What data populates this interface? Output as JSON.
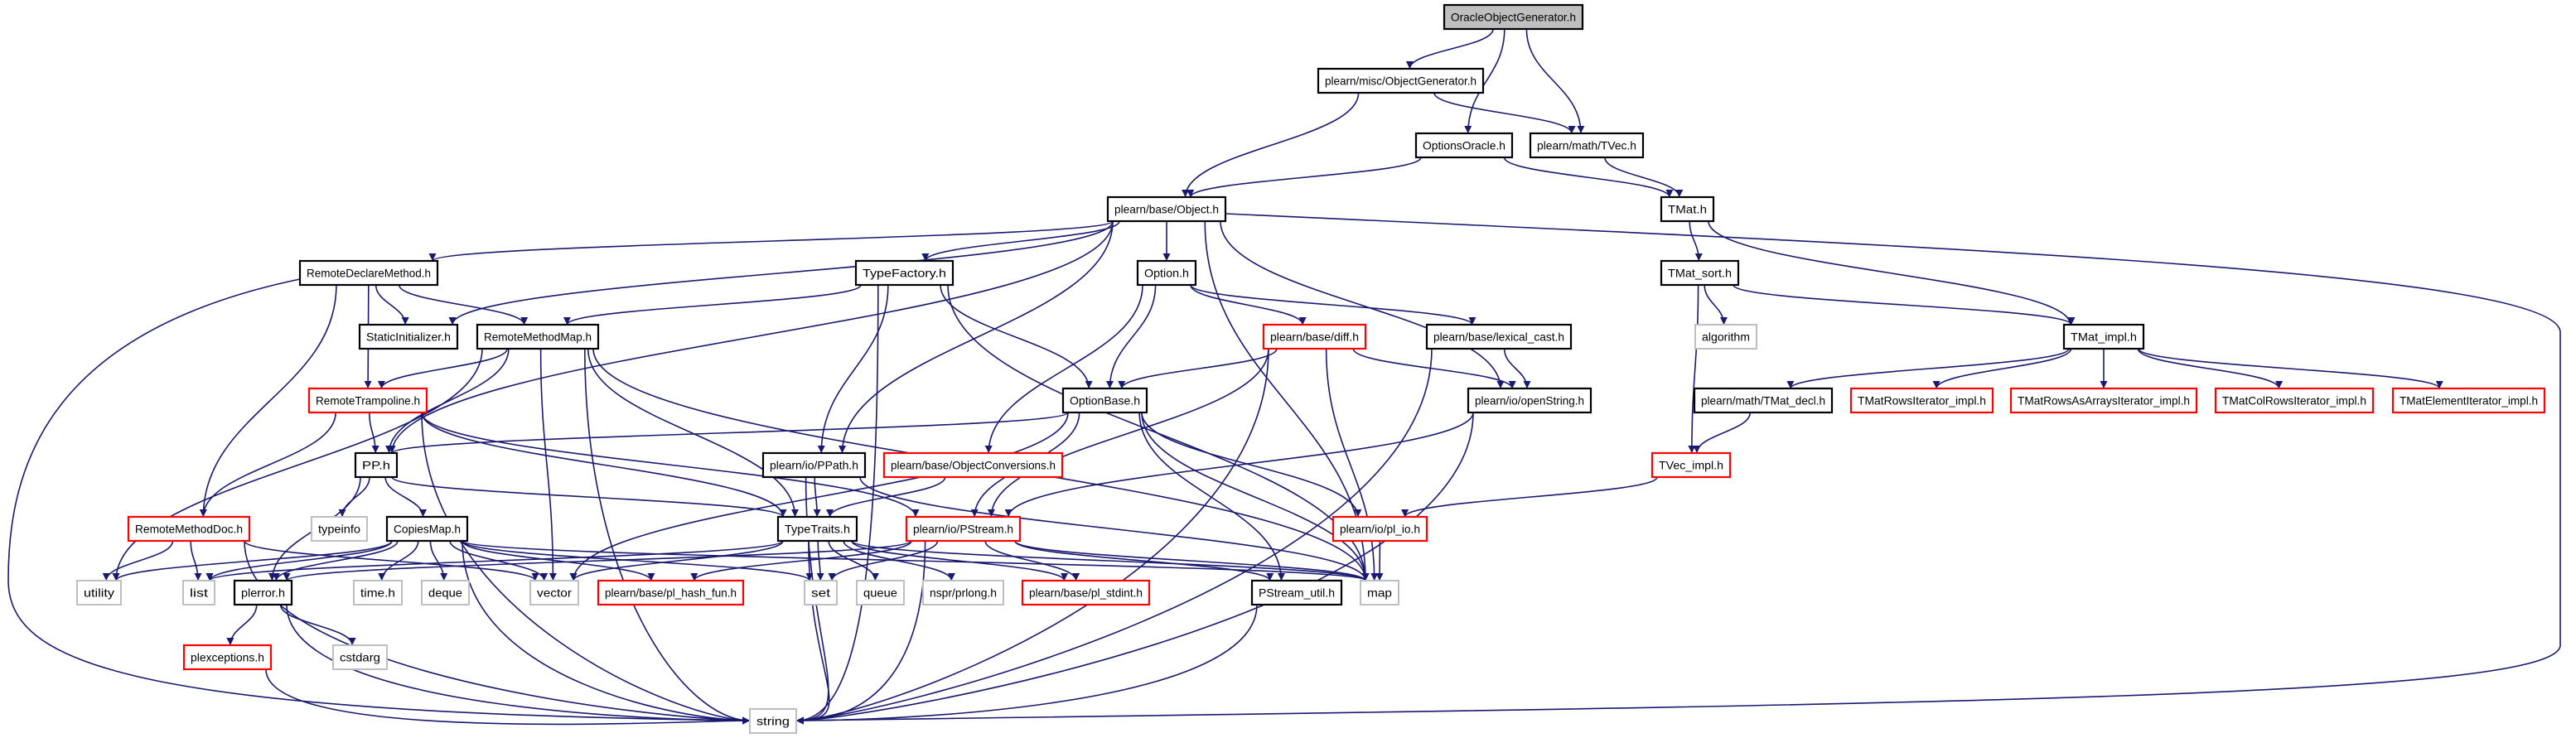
{
  "graph": {
    "colors": {
      "edge": "#191970",
      "file_border": "#000000",
      "truncated_border": "#ff0000",
      "external_border": "#bfbfbf",
      "root_fill": "#bfbfbf",
      "background": "#ffffff"
    },
    "nodes": [
      {
        "id": "oracle",
        "label": "OracleObjectGenerator.h",
        "kind": "root"
      },
      {
        "id": "objgen",
        "label": "plearn/misc/ObjectGenerator.h",
        "kind": "file"
      },
      {
        "id": "optionsoracle",
        "label": "OptionsOracle.h",
        "kind": "file"
      },
      {
        "id": "tvec",
        "label": "plearn/math/TVec.h",
        "kind": "file"
      },
      {
        "id": "object",
        "label": "plearn/base/Object.h",
        "kind": "file"
      },
      {
        "id": "tmat",
        "label": "TMat.h",
        "kind": "file"
      },
      {
        "id": "rdm",
        "label": "RemoteDeclareMethod.h",
        "kind": "file"
      },
      {
        "id": "typefactory",
        "label": "TypeFactory.h",
        "kind": "file"
      },
      {
        "id": "option",
        "label": "Option.h",
        "kind": "file"
      },
      {
        "id": "tmatsort",
        "label": "TMat_sort.h",
        "kind": "file"
      },
      {
        "id": "staticinit",
        "label": "StaticInitializer.h",
        "kind": "file"
      },
      {
        "id": "rmm",
        "label": "RemoteMethodMap.h",
        "kind": "file"
      },
      {
        "id": "diff",
        "label": "plearn/base/diff.h",
        "kind": "truncated"
      },
      {
        "id": "lexcast",
        "label": "plearn/base/lexical_cast.h",
        "kind": "file"
      },
      {
        "id": "algorithm",
        "label": "algorithm",
        "kind": "external"
      },
      {
        "id": "tmatimpl",
        "label": "TMat_impl.h",
        "kind": "file"
      },
      {
        "id": "rtramp",
        "label": "RemoteTrampoline.h",
        "kind": "truncated"
      },
      {
        "id": "optionbase",
        "label": "OptionBase.h",
        "kind": "file"
      },
      {
        "id": "openstring",
        "label": "plearn/io/openString.h",
        "kind": "file"
      },
      {
        "id": "tmatdecl",
        "label": "plearn/math/TMat_decl.h",
        "kind": "file"
      },
      {
        "id": "tmrowsit",
        "label": "TMatRowsIterator_impl.h",
        "kind": "truncated"
      },
      {
        "id": "tmrowsarr",
        "label": "TMatRowsAsArraysIterator_impl.h",
        "kind": "truncated"
      },
      {
        "id": "tmcolrows",
        "label": "TMatColRowsIterator_impl.h",
        "kind": "truncated"
      },
      {
        "id": "tmelem",
        "label": "TMatElementIterator_impl.h",
        "kind": "truncated"
      },
      {
        "id": "pp",
        "label": "PP.h",
        "kind": "file"
      },
      {
        "id": "ppath",
        "label": "plearn/io/PPath.h",
        "kind": "file"
      },
      {
        "id": "objconv",
        "label": "plearn/base/ObjectConversions.h",
        "kind": "truncated"
      },
      {
        "id": "tvecimpl",
        "label": "TVec_impl.h",
        "kind": "truncated"
      },
      {
        "id": "rmdoc",
        "label": "RemoteMethodDoc.h",
        "kind": "truncated"
      },
      {
        "id": "typeinfo",
        "label": "typeinfo",
        "kind": "external"
      },
      {
        "id": "copiesmap",
        "label": "CopiesMap.h",
        "kind": "file"
      },
      {
        "id": "typetraits",
        "label": "TypeTraits.h",
        "kind": "file"
      },
      {
        "id": "pstream",
        "label": "plearn/io/PStream.h",
        "kind": "truncated"
      },
      {
        "id": "plio",
        "label": "plearn/io/pl_io.h",
        "kind": "truncated"
      },
      {
        "id": "utility",
        "label": "utility",
        "kind": "external"
      },
      {
        "id": "list",
        "label": "list",
        "kind": "external"
      },
      {
        "id": "plerror",
        "label": "plerror.h",
        "kind": "file"
      },
      {
        "id": "timeh",
        "label": "time.h",
        "kind": "external"
      },
      {
        "id": "deque",
        "label": "deque",
        "kind": "external"
      },
      {
        "id": "vector",
        "label": "vector",
        "kind": "external"
      },
      {
        "id": "plhash",
        "label": "plearn/base/pl_hash_fun.h",
        "kind": "truncated"
      },
      {
        "id": "set",
        "label": "set",
        "kind": "external"
      },
      {
        "id": "queue",
        "label": "queue",
        "kind": "external"
      },
      {
        "id": "prlong",
        "label": "nspr/prlong.h",
        "kind": "external"
      },
      {
        "id": "plstdint",
        "label": "plearn/base/pl_stdint.h",
        "kind": "truncated"
      },
      {
        "id": "pstreamutil",
        "label": "PStream_util.h",
        "kind": "file"
      },
      {
        "id": "map",
        "label": "map",
        "kind": "external"
      },
      {
        "id": "plexceptions",
        "label": "plexceptions.h",
        "kind": "truncated"
      },
      {
        "id": "cstdarg",
        "label": "cstdarg",
        "kind": "external"
      },
      {
        "id": "string",
        "label": "string",
        "kind": "external"
      }
    ],
    "edges": [
      [
        "oracle",
        "objgen"
      ],
      [
        "oracle",
        "optionsoracle"
      ],
      [
        "oracle",
        "tvec"
      ],
      [
        "objgen",
        "object"
      ],
      [
        "objgen",
        "tvec"
      ],
      [
        "optionsoracle",
        "object"
      ],
      [
        "optionsoracle",
        "tmat"
      ],
      [
        "tvec",
        "tmat"
      ],
      [
        "tmat",
        "tmatsort"
      ],
      [
        "tmat",
        "tmatimpl"
      ],
      [
        "tmatsort",
        "algorithm"
      ],
      [
        "tmatsort",
        "tmatimpl"
      ],
      [
        "tmatsort",
        "tvecimpl"
      ],
      [
        "tmatimpl",
        "tmatdecl"
      ],
      [
        "tmatimpl",
        "tmrowsit"
      ],
      [
        "tmatimpl",
        "tmrowsarr"
      ],
      [
        "tmatimpl",
        "tmcolrows"
      ],
      [
        "tmatimpl",
        "tmelem"
      ],
      [
        "tmatdecl",
        "tvecimpl"
      ],
      [
        "tvecimpl",
        "plio"
      ],
      [
        "object",
        "rdm"
      ],
      [
        "object",
        "staticinit"
      ],
      [
        "object",
        "typefactory"
      ],
      [
        "object",
        "option"
      ],
      [
        "object",
        "pp"
      ],
      [
        "object",
        "ppath"
      ],
      [
        "object",
        "openstring"
      ],
      [
        "object",
        "map"
      ],
      [
        "object",
        "string"
      ],
      [
        "rdm",
        "string"
      ],
      [
        "rdm",
        "staticinit"
      ],
      [
        "rdm",
        "rmm"
      ],
      [
        "rdm",
        "rtramp"
      ],
      [
        "rdm",
        "rmdoc"
      ],
      [
        "typefactory",
        "rmm"
      ],
      [
        "typefactory",
        "ppath"
      ],
      [
        "typefactory",
        "optionbase"
      ],
      [
        "typefactory",
        "map"
      ],
      [
        "typefactory",
        "string"
      ],
      [
        "option",
        "optionbase"
      ],
      [
        "option",
        "diff"
      ],
      [
        "option",
        "lexcast"
      ],
      [
        "option",
        "objconv"
      ],
      [
        "rmm",
        "rtramp"
      ],
      [
        "rmm",
        "pp"
      ],
      [
        "rmm",
        "typetraits"
      ],
      [
        "rmm",
        "utility"
      ],
      [
        "rmm",
        "vector"
      ],
      [
        "rmm",
        "string"
      ],
      [
        "rmm",
        "map"
      ],
      [
        "diff",
        "optionbase"
      ],
      [
        "diff",
        "openstring"
      ],
      [
        "diff",
        "pstream"
      ],
      [
        "diff",
        "map"
      ],
      [
        "diff",
        "string"
      ],
      [
        "lexcast",
        "openstring"
      ],
      [
        "lexcast",
        "string"
      ],
      [
        "optionbase",
        "pp"
      ],
      [
        "optionbase",
        "pstream"
      ],
      [
        "optionbase",
        "pstreamutil"
      ],
      [
        "optionbase",
        "plio"
      ],
      [
        "optionbase",
        "map"
      ],
      [
        "optionbase",
        "vector"
      ],
      [
        "openstring",
        "pstream"
      ],
      [
        "openstring",
        "string"
      ],
      [
        "rtramp",
        "pp"
      ],
      [
        "rtramp",
        "rmdoc"
      ],
      [
        "rtramp",
        "typetraits"
      ],
      [
        "rtramp",
        "pstream"
      ],
      [
        "rtramp",
        "string"
      ],
      [
        "pp",
        "copiesmap"
      ],
      [
        "pp",
        "typeinfo"
      ],
      [
        "pp",
        "plerror"
      ],
      [
        "pp",
        "typetraits"
      ],
      [
        "ppath",
        "typetraits"
      ],
      [
        "ppath",
        "map"
      ],
      [
        "ppath",
        "string"
      ],
      [
        "objconv",
        "typetraits"
      ],
      [
        "rmdoc",
        "utility"
      ],
      [
        "rmdoc",
        "list"
      ],
      [
        "rmdoc",
        "vector"
      ],
      [
        "rmdoc",
        "string"
      ],
      [
        "copiesmap",
        "utility"
      ],
      [
        "copiesmap",
        "list"
      ],
      [
        "copiesmap",
        "plerror"
      ],
      [
        "copiesmap",
        "timeh"
      ],
      [
        "copiesmap",
        "deque"
      ],
      [
        "copiesmap",
        "vector"
      ],
      [
        "copiesmap",
        "plhash"
      ],
      [
        "copiesmap",
        "set"
      ],
      [
        "copiesmap",
        "map"
      ],
      [
        "copiesmap",
        "string"
      ],
      [
        "typetraits",
        "list"
      ],
      [
        "typetraits",
        "vector"
      ],
      [
        "typetraits",
        "set"
      ],
      [
        "typetraits",
        "queue"
      ],
      [
        "typetraits",
        "prlong"
      ],
      [
        "typetraits",
        "plstdint"
      ],
      [
        "typetraits",
        "map"
      ],
      [
        "typetraits",
        "string"
      ],
      [
        "pstream",
        "set"
      ],
      [
        "pstream",
        "plstdint"
      ],
      [
        "pstream",
        "plhash"
      ],
      [
        "pstream",
        "pstreamutil"
      ],
      [
        "pstream",
        "map"
      ],
      [
        "pstream",
        "plerror"
      ],
      [
        "pstream",
        "string"
      ],
      [
        "plio",
        "map"
      ],
      [
        "pstreamutil",
        "string"
      ],
      [
        "plerror",
        "plexceptions"
      ],
      [
        "plerror",
        "cstdarg"
      ],
      [
        "plerror",
        "string"
      ],
      [
        "plexceptions",
        "string"
      ]
    ]
  }
}
